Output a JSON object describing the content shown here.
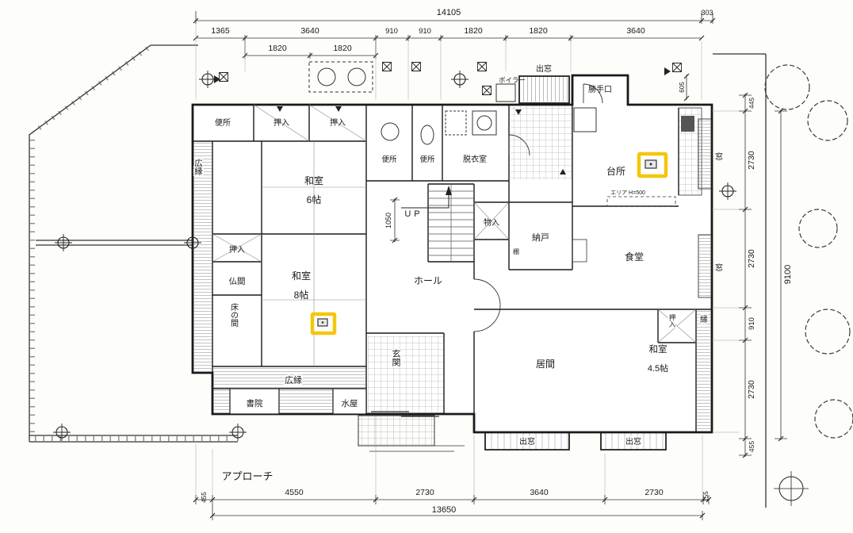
{
  "colors": {
    "highlight": "#f4c400",
    "line": "#222222",
    "paper": "#fdfdf9"
  },
  "dims": {
    "top_overall": "14105",
    "top_offset": "303",
    "top_row": [
      "1365",
      "3640",
      "910",
      "910",
      "1820",
      "1820",
      "3640"
    ],
    "top_sub": [
      "1820",
      "1820"
    ],
    "right_top": "445",
    "right_row": [
      "2730",
      "2730",
      "910",
      "2730"
    ],
    "right_bottom": "455",
    "right_overall": "9100",
    "hall_height": "1050",
    "kitchen_offset": "605",
    "bottom_left": "455",
    "bottom_row": [
      "4550",
      "2730",
      "3640",
      "2730"
    ],
    "bottom_right": "155",
    "bottom_overall": "13650"
  },
  "labels": {
    "toilet_nw": "便所",
    "closet_a": "押入",
    "closet_b": "押入",
    "veranda_left": "広縁",
    "washitsu6_name": "和室",
    "washitsu6_size": "6帖",
    "closet_c": "押入",
    "butsuma": "仏間",
    "tokonoma": "床の間",
    "washitsu8_name": "和室",
    "washitsu8_size": "8帖",
    "veranda_south": "広縁",
    "shoin": "書院",
    "mizuya": "水屋",
    "genkan": "玄関",
    "hall": "ホール",
    "up": "UP",
    "monoire": "物入",
    "toilet_a": "便所",
    "toilet_b": "便所",
    "datsuishitsu": "脱衣室",
    "boiler": "ボイラー",
    "baywindow_top": "出窓",
    "katteguchi": "勝手口",
    "kitchen": "台所",
    "nando": "納戸",
    "tana": "棚",
    "dining": "食堂",
    "living": "居間",
    "washitsu45_name": "和室",
    "washitsu45_size": "4.5帖",
    "closet_right": "押入",
    "engawa": "縁",
    "window_a": "窓",
    "window_b": "窓",
    "baywindow_b1": "出窓",
    "baywindow_b2": "出窓",
    "approach": "アプローチ",
    "kitchen_note": "エリア H=500"
  }
}
